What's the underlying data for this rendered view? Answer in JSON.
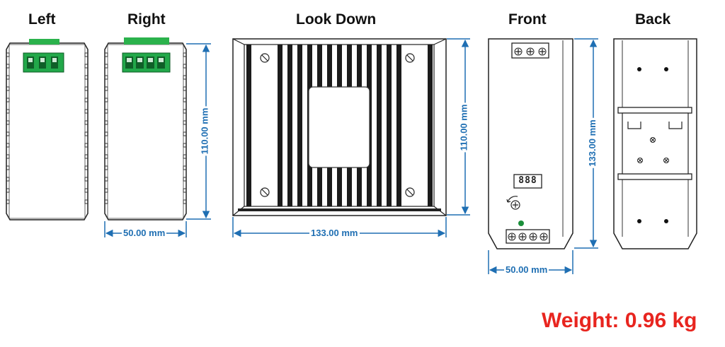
{
  "views": {
    "left": "Left",
    "right": "Right",
    "look_down": "Look Down",
    "front": "Front",
    "back": "Back"
  },
  "dimensions": {
    "right_height": "110.00 mm",
    "right_width": "50.00 mm",
    "top_height": "110.00 mm",
    "top_width": "133.00 mm",
    "front_height": "133.00 mm",
    "front_width": "50.00 mm"
  },
  "display_readout": "888",
  "weight": "Weight: 0.96 kg",
  "colors": {
    "dimension": "#1f6fb3",
    "terminal": "#22a84a",
    "weight": "#e8251f",
    "led": "#1a8f3a"
  }
}
